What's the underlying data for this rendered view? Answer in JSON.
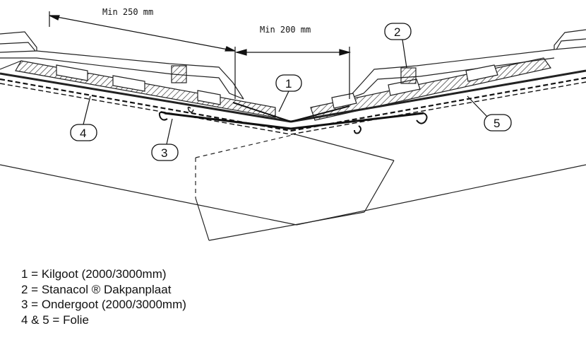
{
  "dimensions": {
    "min_250": "Min 250 mm",
    "min_200": "Min 200 mm"
  },
  "callouts": [
    "1",
    "2",
    "3",
    "4",
    "5"
  ],
  "legend": [
    "1 = Kilgoot (2000/3000mm)",
    "2 = Stanacol ® Dakpanplaat",
    "3 = Ondergoot (2000/3000mm)",
    "4 & 5 = Folie"
  ]
}
